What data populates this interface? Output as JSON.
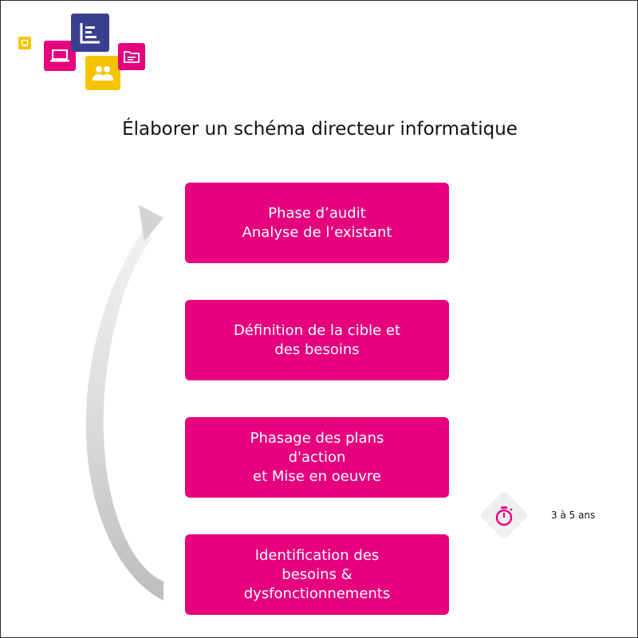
{
  "title": "Élaborer un schéma directeur informatique",
  "steps": [
    {
      "lines": [
        "Phase d’audit",
        "Analyse de l’existant"
      ]
    },
    {
      "lines": [
        "Définition de la cible et",
        "des besoins"
      ]
    },
    {
      "lines": [
        "Phasage des plans",
        "d'action",
        "et Mise en oeuvre"
      ]
    },
    {
      "lines": [
        "Identification des",
        "besoins &",
        "dysfonctionnements"
      ]
    }
  ],
  "duration": "3 à 5 ans",
  "colors": {
    "accent": "#e6007e",
    "navy": "#3b3f8f",
    "yellow": "#f5c400",
    "arrow": "#c8c8c8"
  },
  "icons": [
    "tablet-icon",
    "laptop-icon",
    "chart-icon",
    "people-icon",
    "folder-icon",
    "stopwatch-icon",
    "cycle-arrow"
  ]
}
